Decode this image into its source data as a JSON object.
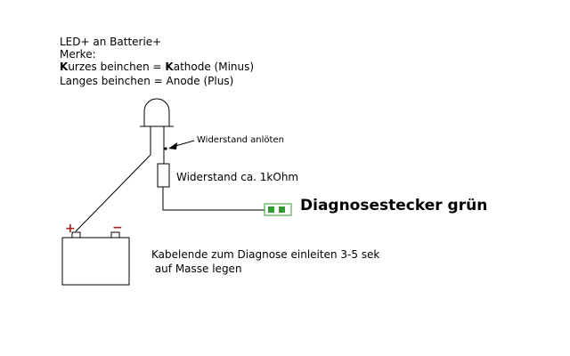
{
  "colors": {
    "wire": "#000000",
    "connector_green": "#2f9e2f",
    "terminal_red": "#aa2222"
  },
  "notes": {
    "title": "LED+ an Batterie+",
    "merke": "Merke:",
    "kurzes": {
      "b1": "K",
      "t1": "urzes beinchen = ",
      "b2": "K",
      "t2": "athode (Minus)"
    },
    "langes": "Langes beinchen = Anode (Plus)"
  },
  "labels": {
    "widerstand_anloeten": "Widerstand anlöten",
    "widerstand_wert": "Widerstand ca. 1kOhm",
    "diagnosestecker": "Diagnosestecker grün",
    "kabelende_zeile1": "Kabelende zum Diagnose einleiten 3-5 sek",
    "kabelende_zeile2": " auf Masse legen"
  },
  "battery": {
    "plus": "+",
    "minus": "−"
  }
}
